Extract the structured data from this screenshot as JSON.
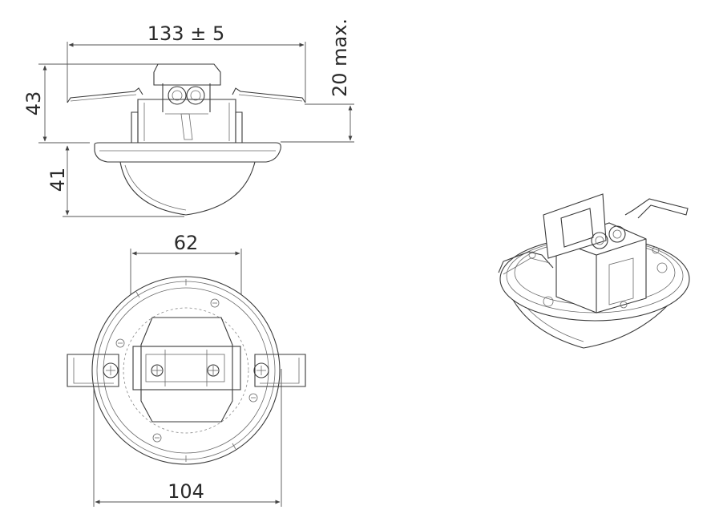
{
  "dimensions": {
    "side_width": "133 ± 5",
    "side_height_top": "43",
    "side_max_height": "20 max.",
    "side_height_bottom": "41",
    "top_inner_width": "62",
    "top_outer_diameter": "104"
  }
}
